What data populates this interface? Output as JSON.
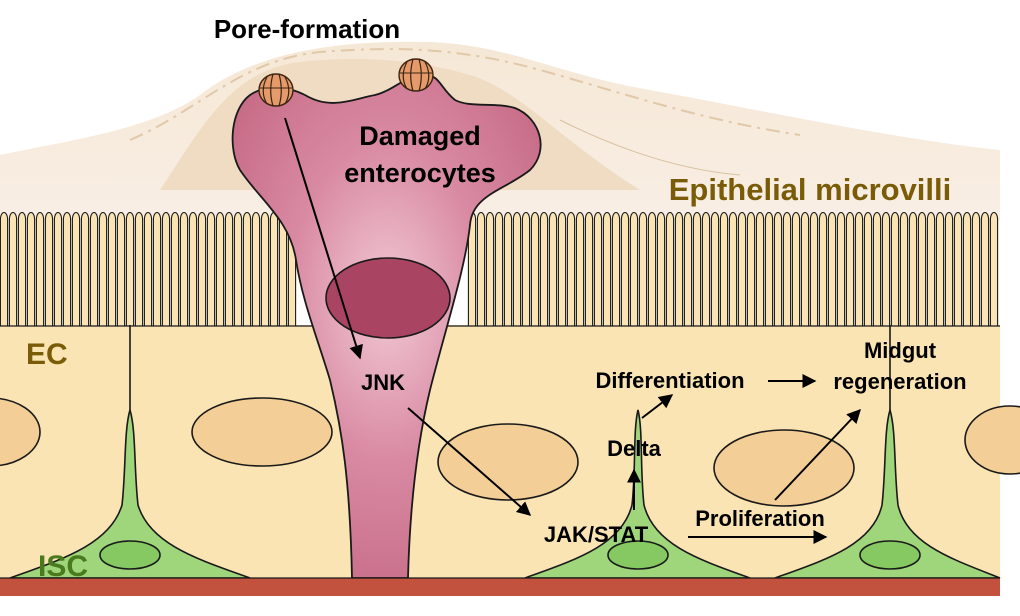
{
  "labels": {
    "pore_formation": "Pore-formation",
    "damaged_line1": "Damaged",
    "damaged_line2": "enterocytes",
    "epithelial_microvilli": "Epithelial microvilli",
    "ec": "EC",
    "isc": "ISC",
    "jnk": "JNK",
    "jak_stat": "JAK/STAT",
    "delta": "Delta",
    "differentiation": "Differentiation",
    "proliferation": "Proliferation",
    "midgut_line1": "Midgut",
    "midgut_line2": "regeneration"
  },
  "colors": {
    "mucus": "#f3e3cf",
    "mucus_edge": "#e8d2b4",
    "cell": "#fbe4b4",
    "cell_line": "#1a1a1a",
    "nucleus": "#f3cf97",
    "damaged_cell": "#c76a86",
    "damaged_nucleus": "#a94563",
    "isc": "#9fd57b",
    "isc_nucleus": "#86c862",
    "basement": "#c2513e",
    "title_olive": "#7a5c08",
    "isc_label": "#4a7a1e",
    "pore": "#e49a6a"
  }
}
